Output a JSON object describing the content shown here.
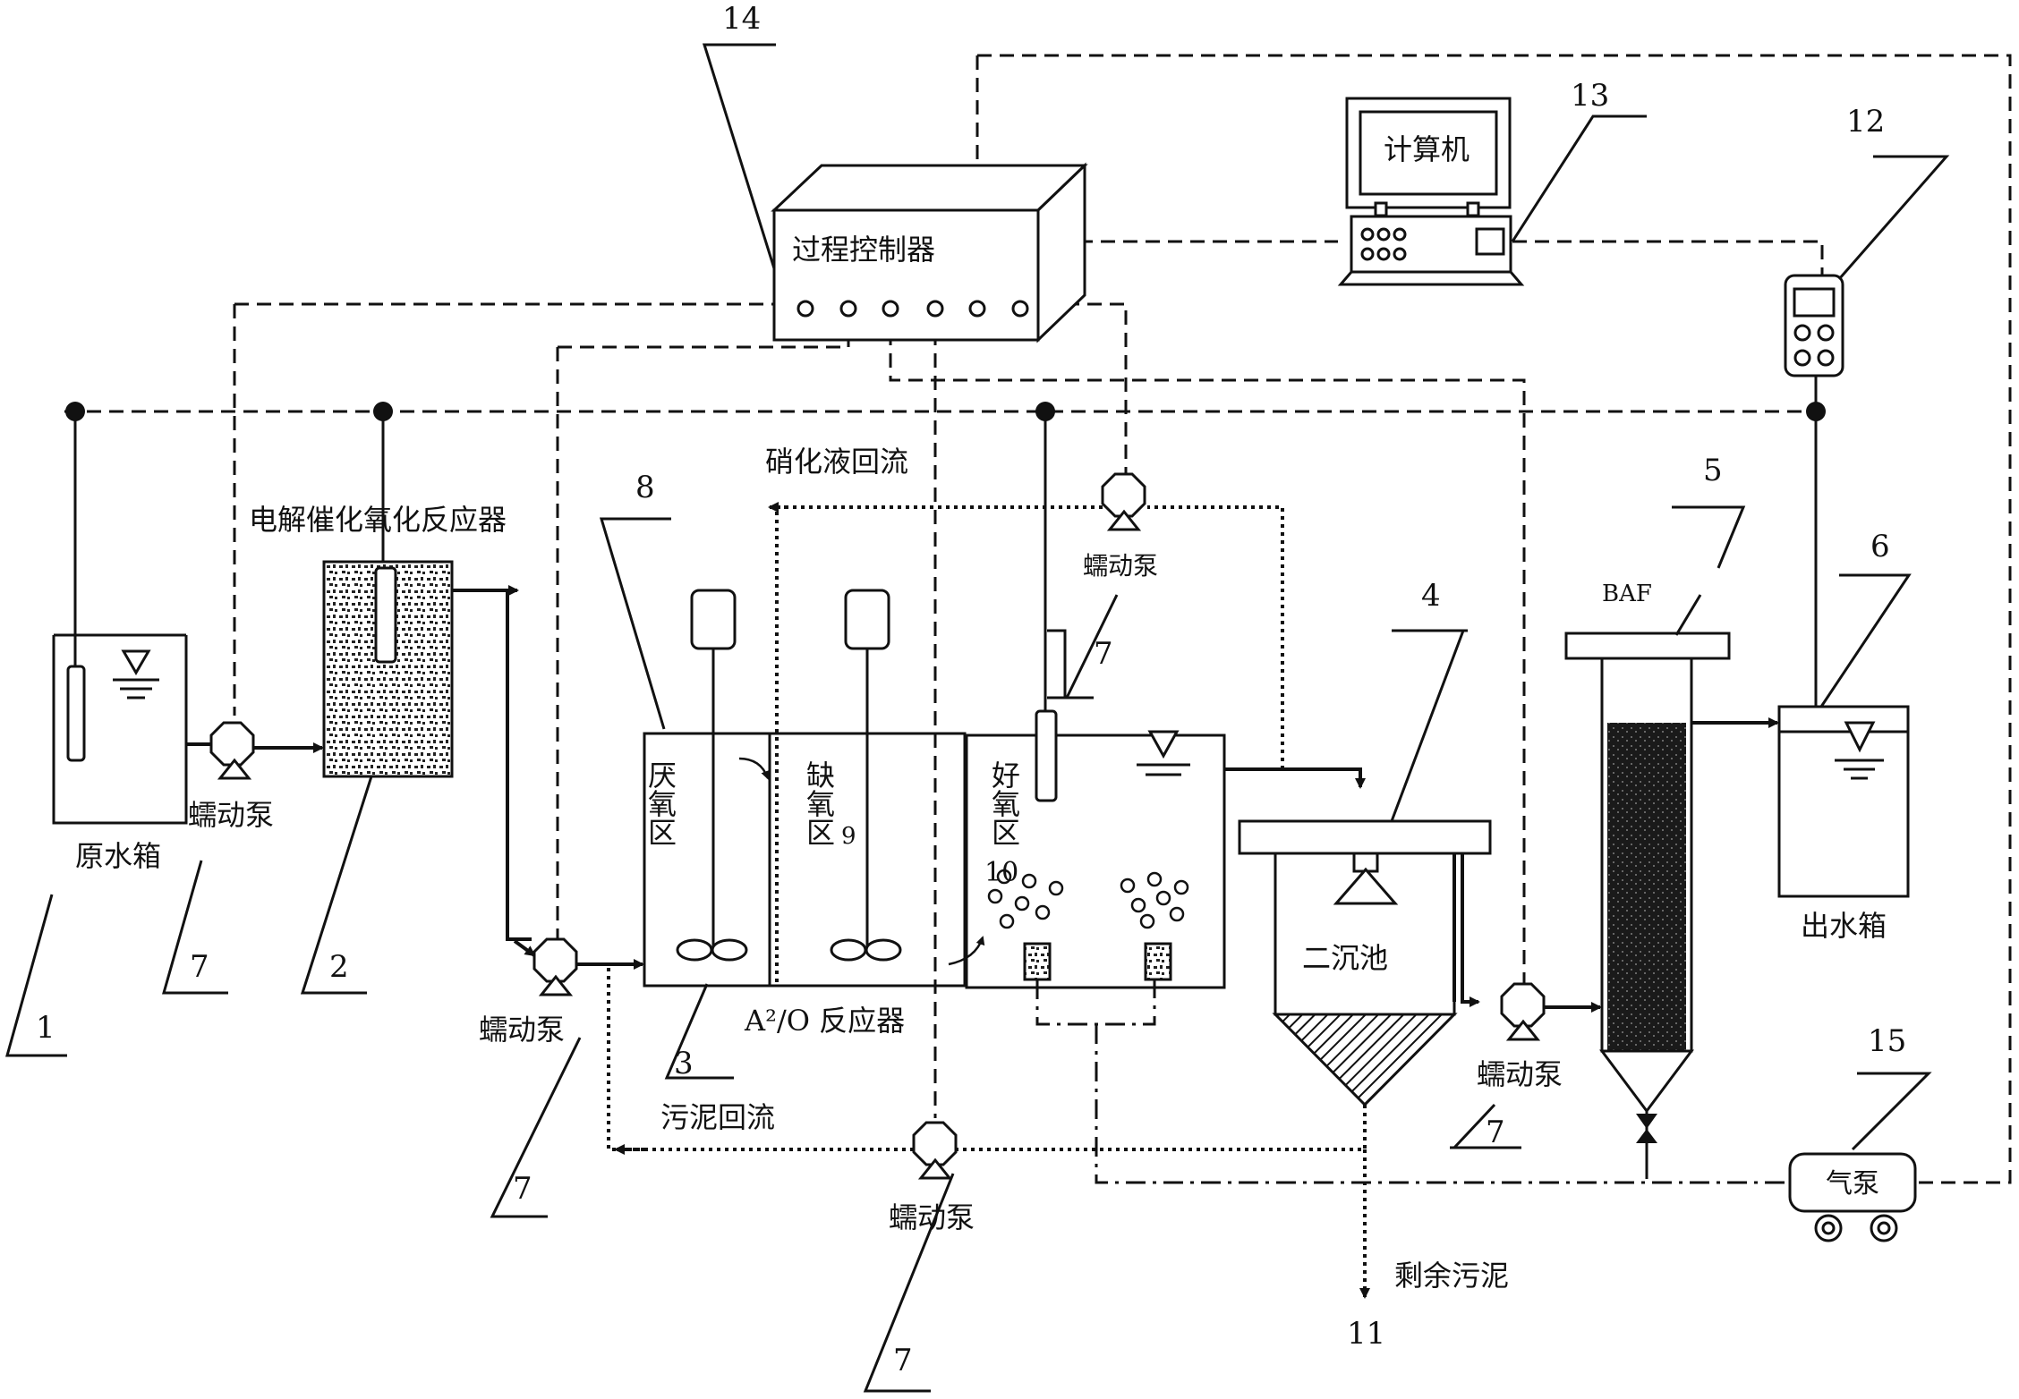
{
  "labels": {
    "controller": "过程控制器",
    "computer": "计算机",
    "electro_reactor": "电解催化氧化反应器",
    "raw_tank": "原水箱",
    "pump": "蠕动泵",
    "nitrify_return": "硝化液回流",
    "anaerobic": "厌氧区",
    "anoxic": "缺氧区",
    "aerobic": "好氧区",
    "a2o": "A²/O 反应器",
    "sludge_return": "污泥回流",
    "secondary": "二沉池",
    "baf": "BAF",
    "out_tank": "出水箱",
    "air_pump": "气泵",
    "excess_sludge": "剩余污泥"
  },
  "numbers": {
    "n1": "1",
    "n2": "2",
    "n3": "3",
    "n4": "4",
    "n5": "5",
    "n6": "6",
    "n7": "7",
    "n8": "8",
    "n9": "9",
    "n10": "10",
    "n11": "11",
    "n12": "12",
    "n13": "13",
    "n14": "14",
    "n15": "15"
  },
  "colors": {
    "line": "#111111",
    "fill_dark": "#1a1a1a",
    "background": "#ffffff"
  }
}
